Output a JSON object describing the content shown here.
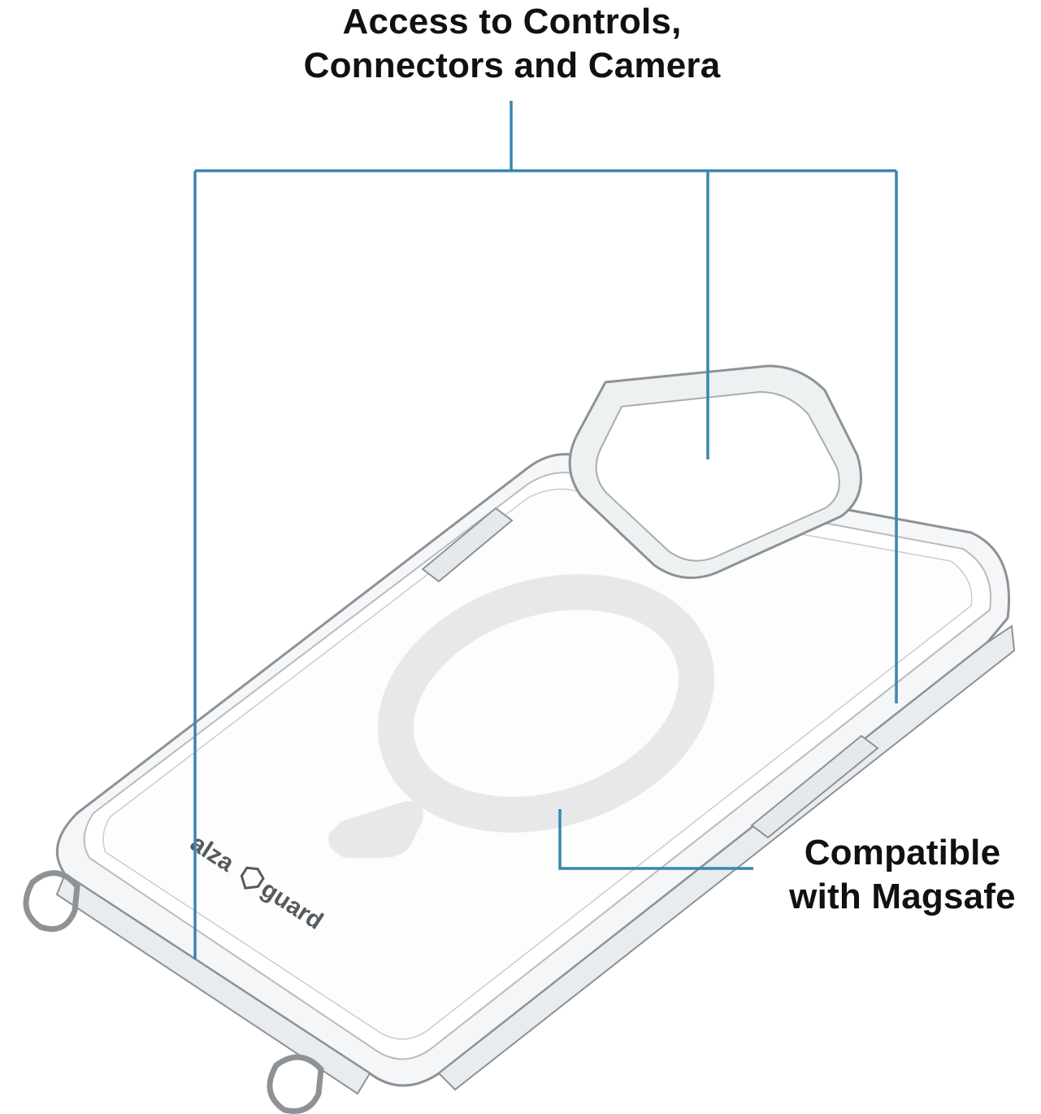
{
  "callouts": {
    "top": {
      "line1": "Access to Controls,",
      "line2": "Connectors and Camera"
    },
    "bottom": {
      "line1": "Compatible",
      "line2": "with Magsafe"
    }
  },
  "brand": {
    "part1": "alza",
    "part2": "guard",
    "icon": "shield-outline-icon"
  },
  "colors": {
    "leader_line": "#3a86ad",
    "case_outline": "#8d9297",
    "case_fill": "#f3f5f6",
    "magsafe_ring": "#e6e8ea",
    "text": "#111111"
  }
}
